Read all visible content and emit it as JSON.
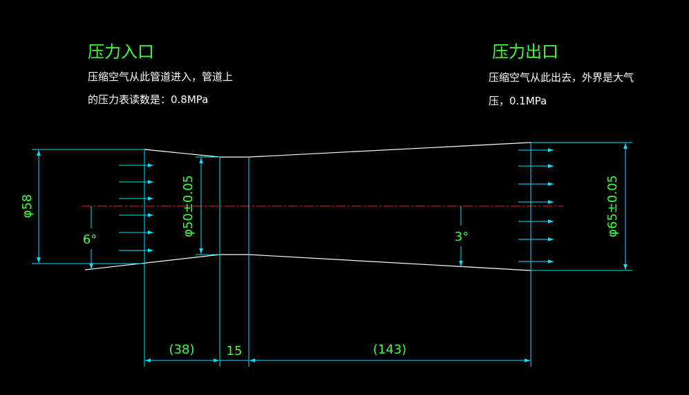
{
  "inlet": {
    "title": "压力入口",
    "line1": "压缩空气从此管道进入，管道上",
    "line2": "的压力表读数是：0.8MPa"
  },
  "outlet": {
    "title": "压力出口",
    "line1": "压缩空气从此出去，外界是大气",
    "line2": "压，0.1MPa"
  },
  "dimensions": {
    "inlet_diameter": "φ58",
    "throat_diameter": "φ50±0.05",
    "outlet_diameter": "φ65±0.05",
    "inlet_angle": "6°",
    "outlet_angle": "3°",
    "inlet_length": "(38)",
    "throat_length": "15",
    "outlet_length": "(143)"
  }
}
